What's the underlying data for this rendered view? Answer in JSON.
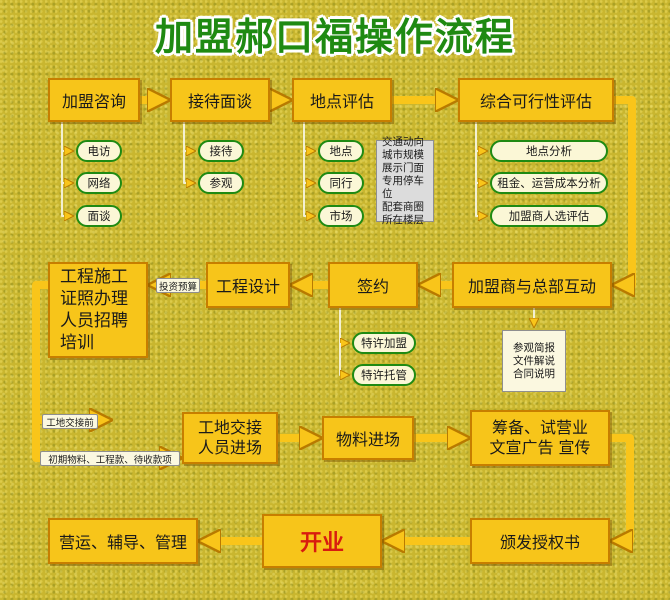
{
  "title": "加盟郝口福操作流程",
  "colors": {
    "box_fill": "#f7c51a",
    "box_border": "#c77e00",
    "arrow": "#f9c51a",
    "pill_border": "#1f8a12",
    "title": "#1f8a12",
    "open_text": "#d81b0f"
  },
  "row1": {
    "consult": "加盟咨询",
    "reception": "接待面谈",
    "site_eval": "地点评估",
    "feasibility": "综合可行性评估"
  },
  "consult_items": [
    "电访",
    "网络",
    "面谈"
  ],
  "reception_items": [
    "接待",
    "参观"
  ],
  "site_items": [
    "地点",
    "同行",
    "市场"
  ],
  "site_notes": [
    "交通动向",
    "城市规模",
    "展示门面",
    "专用停车位",
    "配套商圈",
    "所在楼层"
  ],
  "feasibility_items": [
    "地点分析",
    "租金、运营成本分析",
    "加盟商人选评估"
  ],
  "row2": {
    "works": "工程施工\n证照办理\n人员招聘\n培训",
    "design": "工程设计",
    "sign": "签约",
    "interaction": "加盟商与总部互动"
  },
  "labels": {
    "investment_budget": "投资预算",
    "site_handover_before": "工地交接前",
    "initial_costs": "初期物料、工程款、待收款项"
  },
  "sign_items": [
    "特许加盟",
    "特许托管"
  ],
  "interaction_note": "参观简报\n文件解说\n合同说明",
  "row3": {
    "handover": "工地交接\n人员进场",
    "materials": "物料进场",
    "prepare": "筹备、试营业\n文宣广告 宣传"
  },
  "row4": {
    "operation": "营运、辅导、管理",
    "opening": "开业",
    "license": "颁发授权书"
  }
}
